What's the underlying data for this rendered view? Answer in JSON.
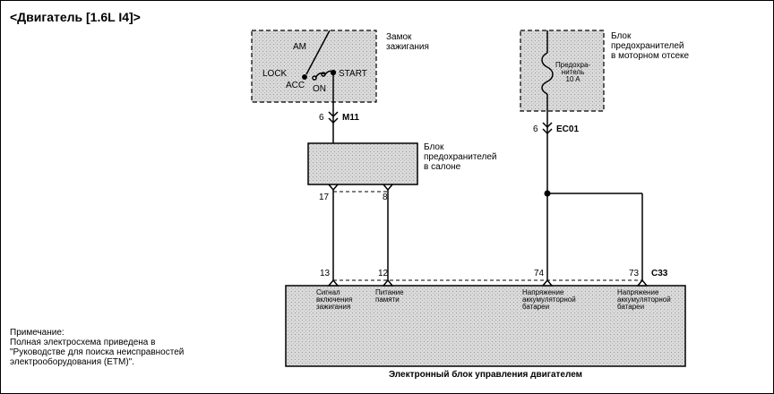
{
  "title": "<Двигатель [1.6L I4]>",
  "ignition_switch": {
    "label": [
      "Замок",
      "зажигания"
    ],
    "positions": {
      "am": "AM",
      "lock": "LOCK",
      "acc": "ACC",
      "on": "ON",
      "start": "START"
    }
  },
  "engine_fuse_box": {
    "label": [
      "Блок",
      "предохранителей",
      "в моторном отсеке"
    ],
    "fuse_label": [
      "Предохра-",
      "нитель",
      "10 A"
    ]
  },
  "connectors": {
    "m11": {
      "pin": "6",
      "name": "M11"
    },
    "ec01": {
      "pin": "6",
      "name": "EC01"
    },
    "c33": {
      "name": "C33"
    }
  },
  "cabin_fuse_box": {
    "label": [
      "Блок",
      "предохранителей",
      "в салоне"
    ],
    "pins": [
      "17",
      "8"
    ]
  },
  "ecm": {
    "label": "Электронный блок управления двигателем",
    "pins": [
      {
        "pin": "13",
        "label": [
          "Сигнал",
          "включения",
          "зажигания"
        ]
      },
      {
        "pin": "12",
        "label": [
          "Питание",
          "памяти"
        ]
      },
      {
        "pin": "74",
        "label": [
          "Напряжение",
          "аккумуляторной",
          "батареи"
        ]
      },
      {
        "pin": "73",
        "label": [
          "Напряжение",
          "аккумуляторной",
          "батареи"
        ]
      }
    ]
  },
  "note": {
    "heading": "Примечание:",
    "lines": [
      "Полная электросхема приведена в",
      "\"Руководстве для поиска неисправностей",
      "электрооборудования (ETM)\"."
    ]
  },
  "colors": {
    "line": "#000000",
    "fill": "#d9d9d9",
    "background": "#ffffff"
  }
}
